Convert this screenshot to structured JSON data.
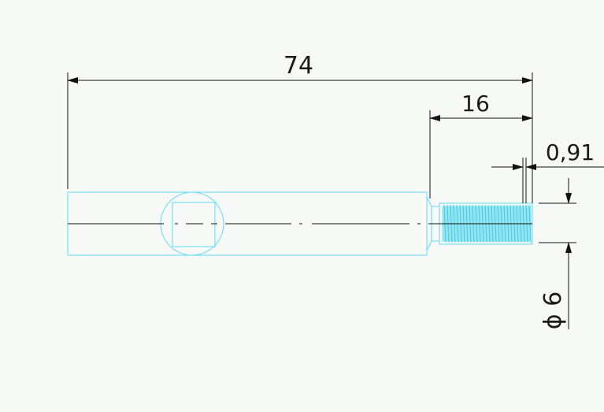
{
  "drawing": {
    "dimensions": {
      "overall_length": "74",
      "thread_length": "16",
      "chamfer": "0,91",
      "diameter": "ϕ 6"
    }
  },
  "colors": {
    "part_outline": "#5fdcf0",
    "thread_fill": "#6fe3f3",
    "dimension_line": "#111111",
    "background": "#f7f9f7"
  }
}
